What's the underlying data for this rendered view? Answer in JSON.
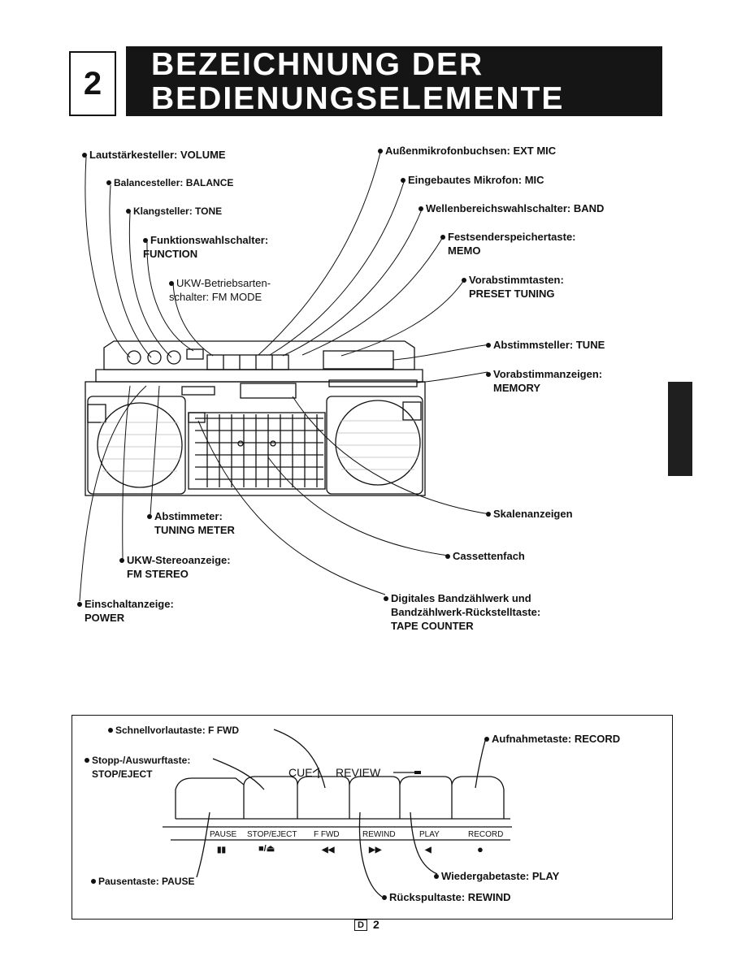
{
  "chapter": {
    "number": "2"
  },
  "title": {
    "line1": "BEZEICHNUNG DER",
    "line2": "BEDIENUNGSELEMENTE"
  },
  "top_labels": {
    "volume_1": "Lautstärkesteller: VOLUME",
    "balance_1": "Balancesteller: BALANCE",
    "tone_1": "Klangsteller: TONE",
    "function_1": "Funktionswahlschalter:",
    "function_2": "FUNCTION",
    "fm_mode_1": "UKW-Betriebsarten-",
    "fm_mode_2": "schalter: FM MODE",
    "ext_mic_1": "Außenmikrofonbuchsen: EXT MIC",
    "mic_1": "Eingebautes Mikrofon: MIC",
    "band_1": "Wellenbereichswahlschalter: BAND",
    "memo_1": "Festsenderspeichertaste:",
    "memo_2": "MEMO",
    "preset_1": "Vorabstimmtasten:",
    "preset_2": "PRESET TUNING",
    "tune_1": "Abstimmsteller: TUNE",
    "memory_1": "Vorabstimmanzeigen:",
    "memory_2": "MEMORY",
    "scale_1": "Skalenanzeigen",
    "tuning_meter_1": "Abstimmeter:",
    "tuning_meter_2": "TUNING METER",
    "cassette_1": "Cassettenfach",
    "fm_stereo_1": "UKW-Stereoanzeige:",
    "fm_stereo_2": "FM STEREO",
    "counter_1": "Digitales Bandzählwerk und",
    "counter_2": "Bandzählwerk-Rückstelltaste:",
    "counter_3": "TAPE COUNTER",
    "power_1": "Einschaltanzeige:",
    "power_2": "POWER"
  },
  "tape_keys": {
    "f_fwd_label": "Schnellvorlautaste: F FWD",
    "stop_label_1": "Stopp-/Auswurftaste:",
    "stop_label_2": "STOP/EJECT",
    "record_label": "Aufnahmetaste: RECORD",
    "cue": "CUE",
    "review": "REVIEW",
    "pause_label": "Pausentaste: PAUSE",
    "play_label": "Wiedergabetaste: PLAY",
    "rewind_label": "Rückspultaste: REWIND",
    "key_names": [
      "PAUSE",
      "STOP/EJECT",
      "F FWD",
      "REWIND",
      "PLAY",
      "RECORD"
    ],
    "key_symbols": [
      "▮▮",
      "■/⏏",
      "◀◀",
      "▶▶",
      "◀",
      "●"
    ]
  },
  "footer": {
    "lang_box": "D",
    "page": "2"
  }
}
